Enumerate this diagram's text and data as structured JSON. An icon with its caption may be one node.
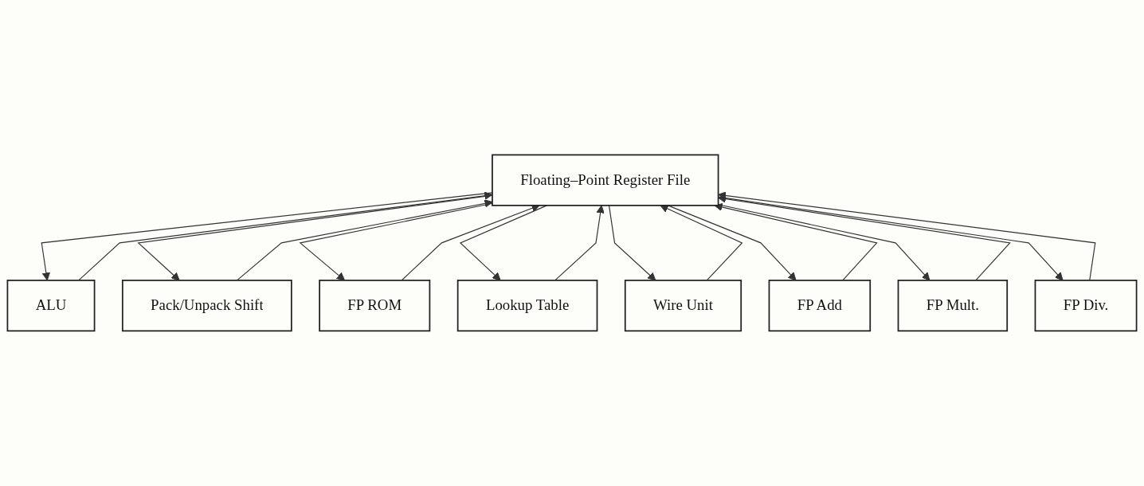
{
  "diagram": {
    "nodes": [
      {
        "text": [
          "Floating–Point Register File"
        ]
      },
      {
        "text": [
          "ALU"
        ]
      },
      {
        "text": [
          "Pack/Unpack Shift"
        ]
      },
      {
        "text": [
          "FP ROM"
        ]
      },
      {
        "text": [
          "Lookup Table"
        ]
      },
      {
        "text": [
          "Wire Unit"
        ]
      },
      {
        "text": [
          "FP Add"
        ]
      },
      {
        "text": [
          "FP Mult."
        ]
      },
      {
        "text": [
          "FP Div."
        ]
      }
    ],
    "edges": [
      {
        "from": 0,
        "to": 1,
        "arrow": "to"
      },
      {
        "from": 0,
        "to": 2,
        "arrow": "to"
      },
      {
        "from": 0,
        "to": 3,
        "arrow": "to"
      },
      {
        "from": 0,
        "to": 4,
        "arrow": "to"
      },
      {
        "from": 0,
        "to": 5,
        "arrow": "to"
      },
      {
        "from": 0,
        "to": 6,
        "arrow": "to"
      },
      {
        "from": 0,
        "to": 7,
        "arrow": "to"
      },
      {
        "from": 0,
        "to": 8,
        "arrow": "to"
      },
      {
        "from": 1,
        "to": 0,
        "arrow": "to"
      },
      {
        "from": 2,
        "to": 0,
        "arrow": "to"
      },
      {
        "from": 3,
        "to": 0,
        "arrow": "to"
      },
      {
        "from": 4,
        "to": 0,
        "arrow": "to"
      },
      {
        "from": 5,
        "to": 0,
        "arrow": "to"
      },
      {
        "from": 6,
        "to": 0,
        "arrow": "to"
      },
      {
        "from": 7,
        "to": 0,
        "arrow": "to"
      },
      {
        "from": 8,
        "to": 0,
        "arrow": "to"
      }
    ]
  }
}
